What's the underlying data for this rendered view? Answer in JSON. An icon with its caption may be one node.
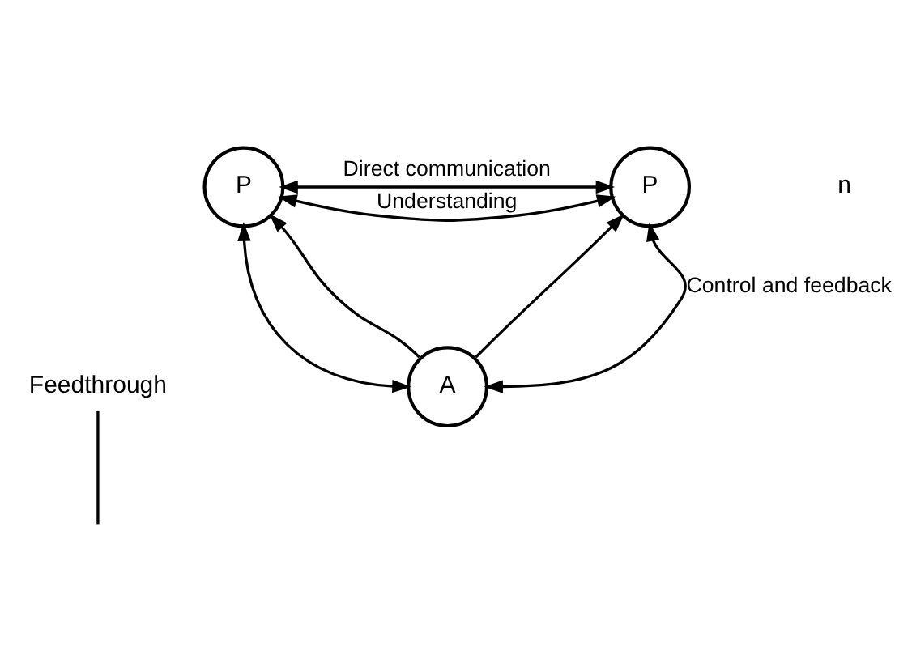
{
  "diagram": {
    "nodes": [
      {
        "text": [
          "P"
        ]
      },
      {
        "text": [
          "P"
        ]
      },
      {
        "text": [
          "A"
        ]
      },
      {
        "text": [
          "Feedthrough"
        ]
      }
    ],
    "edges": [
      {
        "from": 0,
        "to": 1,
        "arrow": "both",
        "label": "Understanding"
      },
      {
        "from": 0,
        "to": 1,
        "arrow": "both",
        "label": "Direct communication"
      },
      {
        "from": 2,
        "to": 0,
        "arrow": "to"
      },
      {
        "from": 0,
        "to": 2,
        "arrow": "both"
      },
      {
        "from": 2,
        "to": 1,
        "arrow": "to"
      },
      {
        "from": 1,
        "to": 2,
        "arrow": "both",
        "label": "Control and feedback"
      },
      {
        "from": 3,
        "to": null,
        "arrow": "none"
      }
    ],
    "labels": [
      "n"
    ]
  }
}
